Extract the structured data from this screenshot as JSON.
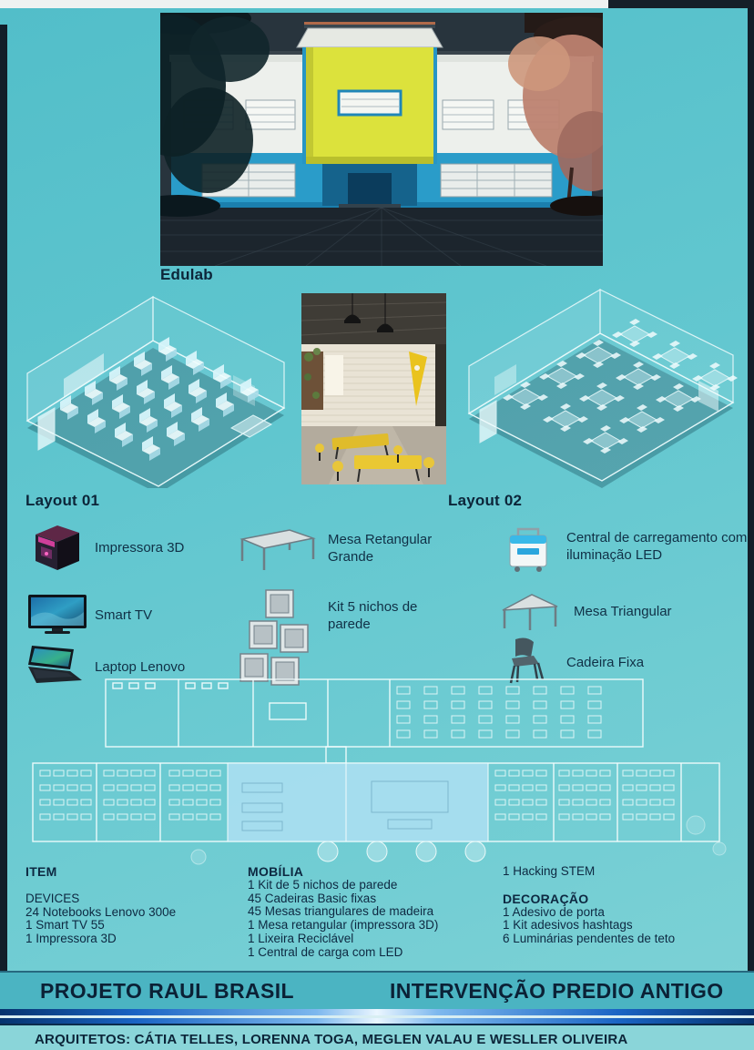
{
  "page": {
    "hero_caption": "Edulab",
    "layout1_label": "Layout 01",
    "layout2_label": "Layout 02"
  },
  "colors": {
    "background": "#5fc6cf",
    "text": "#0d2841",
    "stripe_blue": "#1a64c4",
    "highlight_room": "#a9def0",
    "building_yellow": "#dce23c",
    "building_blue": "#2a9cc9"
  },
  "legend": {
    "items": [
      {
        "label": "Impressora 3D",
        "icon": "printer-3d-icon"
      },
      {
        "label": "Smart TV",
        "icon": "smart-tv-icon"
      },
      {
        "label": "Laptop Lenovo",
        "icon": "laptop-icon"
      },
      {
        "label": "Mesa Retangular Grande",
        "icon": "rectangular-table-icon"
      },
      {
        "label": "Kit 5 nichos de parede",
        "icon": "wall-niches-icon"
      },
      {
        "label": "Central de carregamento com iluminação LED",
        "icon": "charging-station-icon"
      },
      {
        "label": "Mesa Triangular",
        "icon": "triangular-table-icon"
      },
      {
        "label": "Cadeira Fixa",
        "icon": "fixed-chair-icon"
      }
    ]
  },
  "specs": {
    "item_title": "ITEM",
    "devices_title": "DEVICES",
    "devices": [
      "24 Notebooks Lenovo 300e",
      "1 Smart TV 55",
      "1 Impressora 3D"
    ],
    "mobilia_title": "MOBÍLIA",
    "mobilia": [
      "1 Kit de 5 nichos de parede",
      "45 Cadeiras Basic fixas",
      "45 Mesas triangulares de madeira",
      "1 Mesa retangular (impressora 3D)",
      "1 Lixeira Reciclável",
      "1 Central de carga com LED"
    ],
    "hacking_line": "1 Hacking STEM",
    "decoracao_title": "DECORAÇÃO",
    "decoracao": [
      "1 Adesivo de porta",
      "1 Kit adesivos hashtags",
      "6 Luminárias pendentes de teto"
    ]
  },
  "footer": {
    "project_title": "PROJETO RAUL BRASIL",
    "intervention_title": "INTERVENÇÃO PREDIO ANTIGO",
    "credits": "ARQUITETOS: CÁTIA TELLES, LORENNA TOGA, MEGLEN VALAU E WESLLER OLIVEIRA"
  }
}
